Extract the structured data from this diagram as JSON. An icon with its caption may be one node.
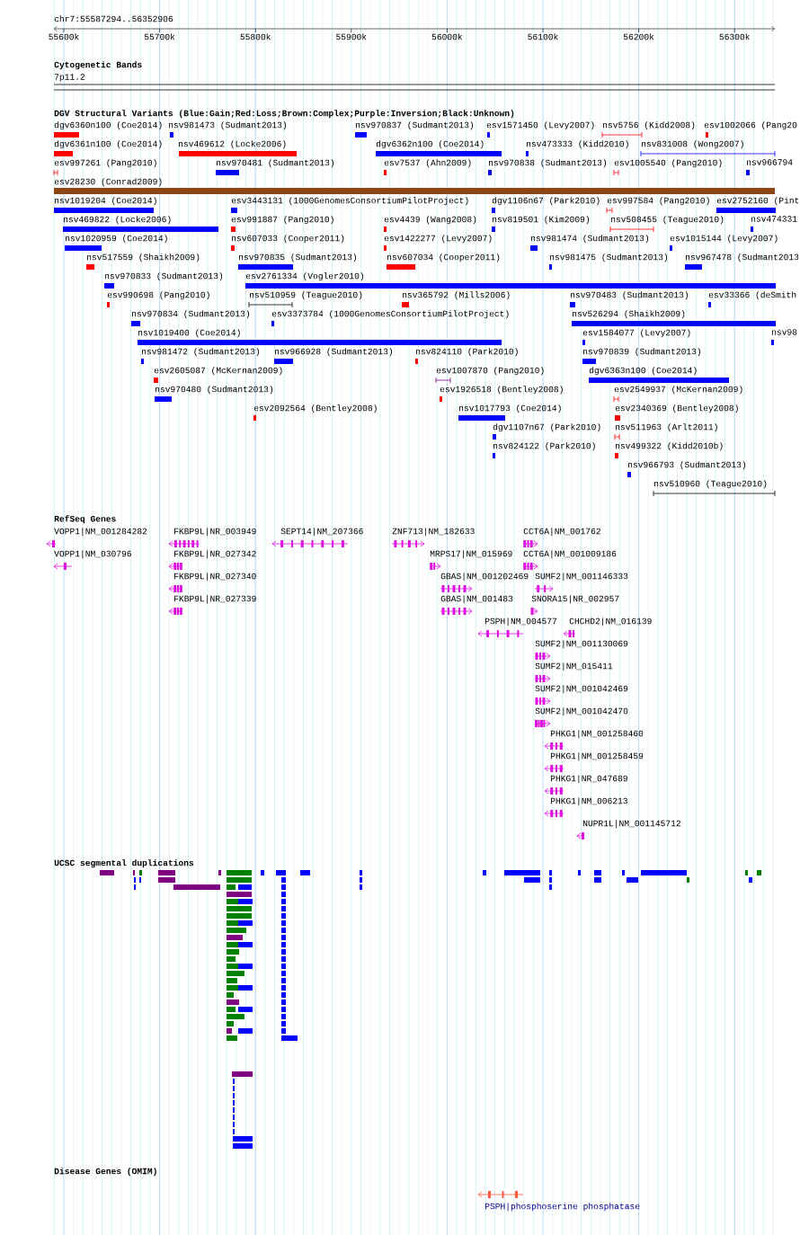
{
  "diagram": {
    "labels": [
      "chr7:55587294..56352906",
      "55600k",
      "55700k",
      "55800k",
      "55900k",
      "56000k",
      "56100k",
      "56200k",
      "56300k",
      "Cytogenetic Bands",
      "7p11.2",
      "DGV Structural Variants (Blue:Gain;Red:Loss;Brown:Complex;Purple:Inversion;Black:Unknown)",
      "dgv6360n100 (Coe2014)",
      "nsv981473 (Sudmant2013)",
      "nsv970837 (Sudmant2013)",
      "esv1571450 (Levy2007)",
      "nsv5756 (Kidd2008)",
      "esv1002066 (Pang20",
      "dgv6361n100 (Coe2014)",
      "nsv469612 (Locke2006)",
      "dgv6362n100 (Coe2014)",
      "nsv473333 (Kidd2010)",
      "nsv831008 (Wong2007)",
      "esv997261 (Pang2010)",
      "nsv970481 (Sudmant2013)",
      "esv7537 (Ahn2009)",
      "nsv970838 (Sudmant2013)",
      "esv1005540 (Pang2010)",
      "nsv966794",
      "esv28230 (Conrad2009)",
      "nsv1019204 (Coe2014)",
      "esv3443131 (1000GenomesConsortiumPilotProject)",
      "dgv1106n67 (Park2010)",
      "esv997584 (Pang2010)",
      "esv2752160 (Pint",
      "nsv469822 (Locke2006)",
      "esv991887 (Pang2010)",
      "esv4439 (Wang2008)",
      "nsv819501 (Kim2009)",
      "nsv508455 (Teague2010)",
      "nsv474331",
      "nsv1020959 (Coe2014)",
      "nsv607033 (Cooper2011)",
      "esv1422277 (Levy2007)",
      "nsv981474 (Sudmant2013)",
      "esv1015144 (Levy2007)",
      "nsv517559 (Shaikh2009)",
      "nsv970835 (Sudmant2013)",
      "nsv607034 (Cooper2011)",
      "nsv981475 (Sudmant2013)",
      "nsv967478 (Sudmant2013",
      "nsv970833 (Sudmant2013)",
      "esv2761334 (Vogler2010)",
      "esv990698 (Pang2010)",
      "nsv510959 (Teague2010)",
      "nsv365792 (Mills2006)",
      "nsv970483 (Sudmant2013)",
      "esv33366 (deSmith",
      "nsv970834 (Sudmant2013)",
      "esv3373784 (1000GenomesConsortiumPilotProject)",
      "nsv526294 (Shaikh2009)",
      "nsv1019400 (Coe2014)",
      "esv1584077 (Levy2007)",
      "nsv98",
      "nsv981472 (Sudmant2013)",
      "nsv966928 (Sudmant2013)",
      "nsv824110 (Park2010)",
      "nsv970839 (Sudmant2013)",
      "esv2605087 (McKernan2009)",
      "esv1007870 (Pang2010)",
      "dgv6363n100 (Coe2014)",
      "nsv970480 (Sudmant2013)",
      "esv1926518 (Bentley2008)",
      "esv2549937 (McKernan2009)",
      "esv2092564 (Bentley2008)",
      "nsv1017793 (Coe2014)",
      "esv2340369 (Bentley2008)",
      "dgv1107n67 (Park2010)",
      "nsv511963 (Arlt2011)",
      "nsv824122 (Park2010)",
      "nsv499322 (Kidd2010b)",
      "nsv966793 (Sudmant2013)",
      "nsv510960 (Teague2010)",
      "RefSeq Genes",
      "VOPP1|NM_001284282",
      "VOPP1|NM_030796",
      "FKBP9L|NR_003949",
      "FKBP9L|NR_027342",
      "FKBP9L|NR_027340",
      "FKBP9L|NR_027339",
      "SEPT14|NM_207366",
      "ZNF713|NM_182633",
      "MRPS17|NM_015969",
      "GBAS|NM_001202469",
      "GBAS|NM_001483",
      "CCT6A|NM_001762",
      "CCT6A|NM_001009186",
      "SUMF2|NM_001146333",
      "SNORA15|NR_002957",
      "PSPH|NM_004577",
      "CHCHD2|NM_016139",
      "SUMF2|NM_001130069",
      "SUMF2|NM_015411",
      "SUMF2|NM_001042469",
      "SUMF2|NM_001042470",
      "PHKG1|NM_001258460",
      "PHKG1|NM_001258459",
      "PHKG1|NR_047689",
      "PHKG1|NM_006213",
      "NUPR1L|NM_001145712",
      "UCSC segmental duplications",
      "Disease Genes (OMIM)",
      "PSPH|phosphoserine phosphatase"
    ]
  }
}
